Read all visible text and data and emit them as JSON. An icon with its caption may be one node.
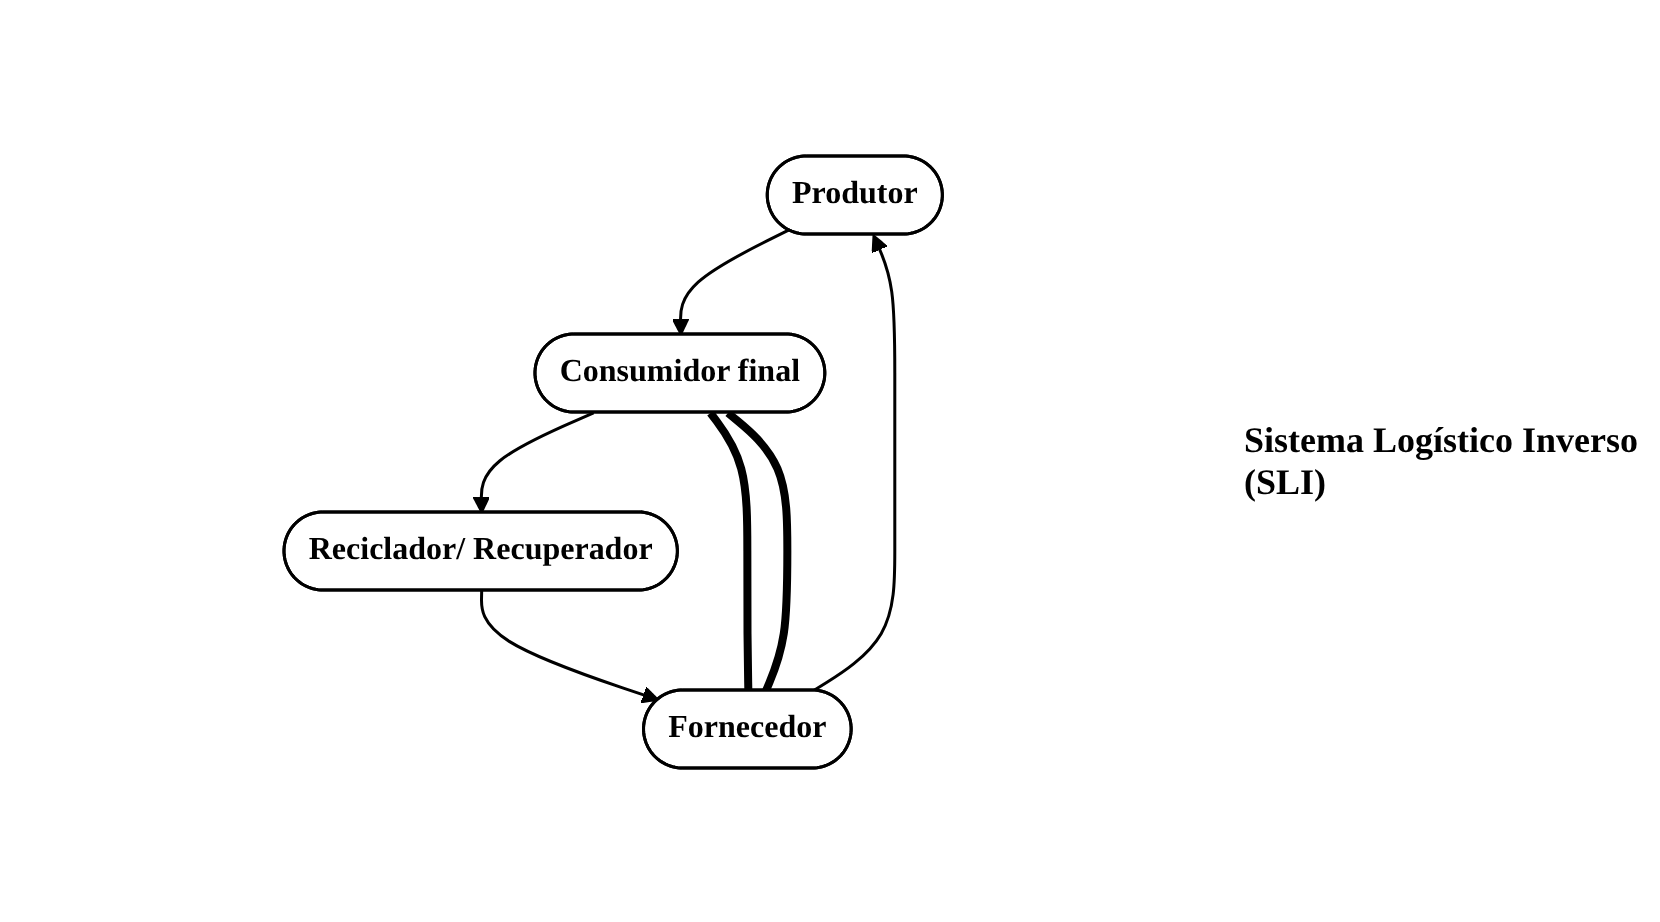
{
  "diagram": {
    "nodes": [
      {
        "text": [
          "Produtor"
        ]
      },
      {
        "text": [
          "Fornecedor"
        ]
      },
      {
        "text": [
          "Consumidor final"
        ]
      },
      {
        "text": [
          "Reciclador/ Recuperador"
        ]
      }
    ],
    "edges": [
      {
        "from": 1,
        "to": 0,
        "arrow": "to"
      },
      {
        "from": 0,
        "to": 2,
        "arrow": "to"
      },
      {
        "from": 2,
        "to": 3,
        "arrow": "to"
      },
      {
        "from": 3,
        "to": 1,
        "arrow": "to"
      },
      {
        "from": 1,
        "to": 2,
        "arrow": "none",
        "style": "thick"
      },
      {
        "from": 1,
        "to": 2,
        "arrow": "none",
        "style": "thick"
      }
    ],
    "labels": [
      "Sistema Logístico Inverso (SLI)"
    ]
  }
}
